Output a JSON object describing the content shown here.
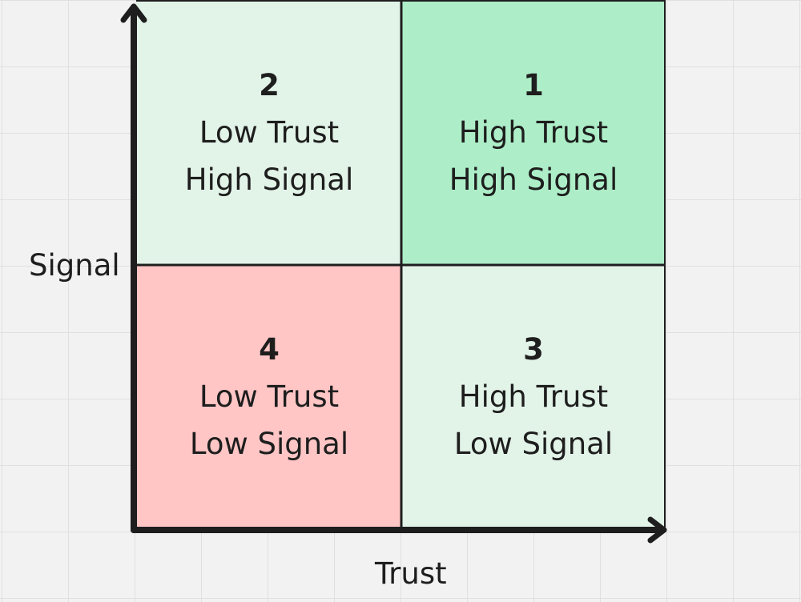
{
  "colors": {
    "background": "#f2f2f2",
    "grid_line": "#e0e0e0",
    "quadrant_light_green": "#e2f3e8",
    "quadrant_green": "#adeec8",
    "quadrant_red": "#ffc6c5",
    "stroke": "#1e1e1e"
  },
  "axes": {
    "y_label": "Signal",
    "x_label": "Trust"
  },
  "quadrants": [
    {
      "number": "2",
      "line1": "Low Trust",
      "line2": "High Signal",
      "color": "#e2f3e8"
    },
    {
      "number": "1",
      "line1": "High Trust",
      "line2": "High Signal",
      "color": "#adeec8"
    },
    {
      "number": "4",
      "line1": "Low Trust",
      "line2": "Low Signal",
      "color": "#ffc6c5"
    },
    {
      "number": "3",
      "line1": "High Trust",
      "line2": "Low Signal",
      "color": "#e2f3e8"
    }
  ]
}
